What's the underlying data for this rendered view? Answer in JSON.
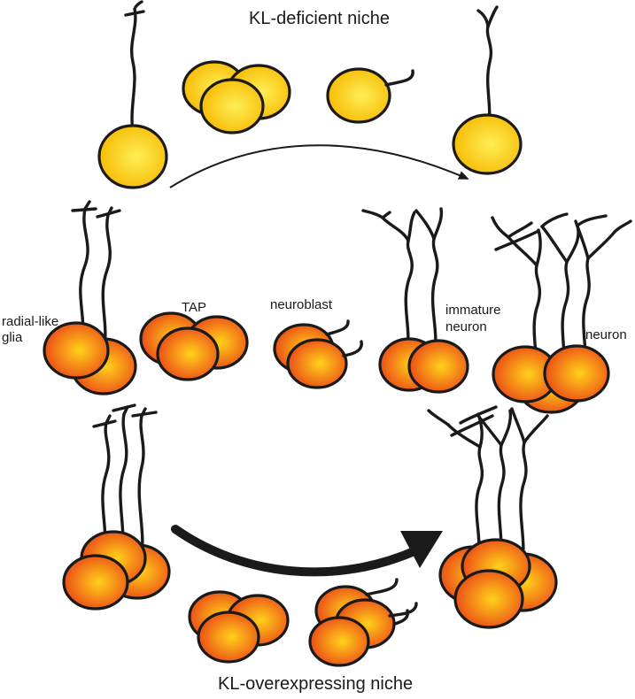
{
  "diagram": {
    "title_top": "KL-deficient niche",
    "title_bottom": "KL-overexpressing niche",
    "labels": {
      "radial_line1": "radial-like",
      "radial_line2": "glia",
      "tap": "TAP",
      "neuroblast": "neuroblast",
      "immature_line1": "immature",
      "immature_line2": "neuron",
      "neuron": "neuron"
    },
    "colors": {
      "outline": "#1a1a1a",
      "deficient_center": "#ffee55",
      "deficient_edge": "#f6b800",
      "normal_center": "#ffd21a",
      "normal_edge": "#ea3e16"
    }
  }
}
